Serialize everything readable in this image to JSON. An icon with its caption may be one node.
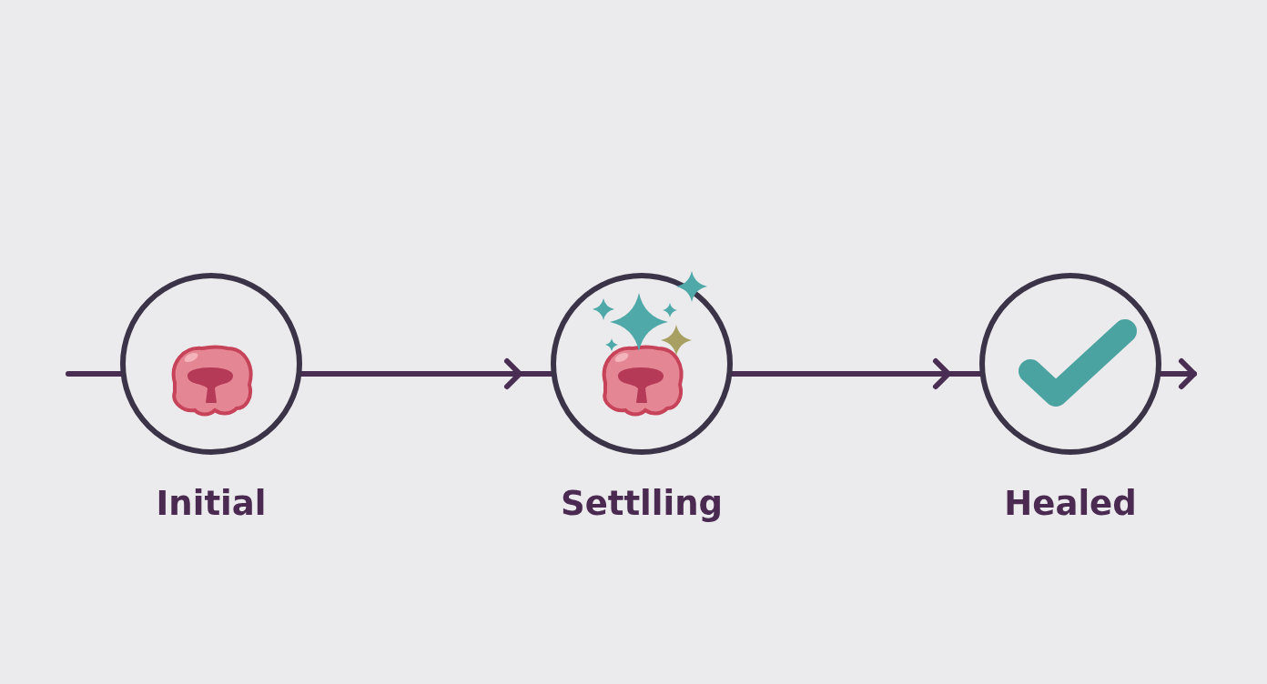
{
  "diagram": {
    "nodes": [
      {
        "text": [
          "Initial"
        ]
      },
      {
        "text": [
          "Settlling"
        ]
      },
      {
        "text": [
          "Healed"
        ]
      }
    ],
    "edges": [
      {
        "from": null,
        "to": 0,
        "arrow": "none"
      },
      {
        "from": 0,
        "to": 1,
        "arrow": "to"
      },
      {
        "from": 1,
        "to": 2,
        "arrow": "to"
      },
      {
        "from": 2,
        "to": null,
        "arrow": "to"
      }
    ]
  }
}
